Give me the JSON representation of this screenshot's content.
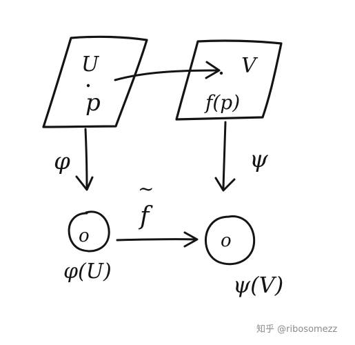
{
  "diagram": {
    "left_chart": {
      "set_label": "U",
      "point_label": "p"
    },
    "right_chart": {
      "set_label": "V",
      "point_label": "f(p)"
    },
    "map_left": "φ",
    "map_right": "ψ",
    "map_bottom": "f",
    "map_bottom_accent": "~",
    "image_left_center": "o",
    "image_right_center": "o",
    "image_left_label": "φ(U)",
    "image_right_label": "ψ(V)"
  },
  "watermark": {
    "text": "知乎 @ribosomezz"
  }
}
